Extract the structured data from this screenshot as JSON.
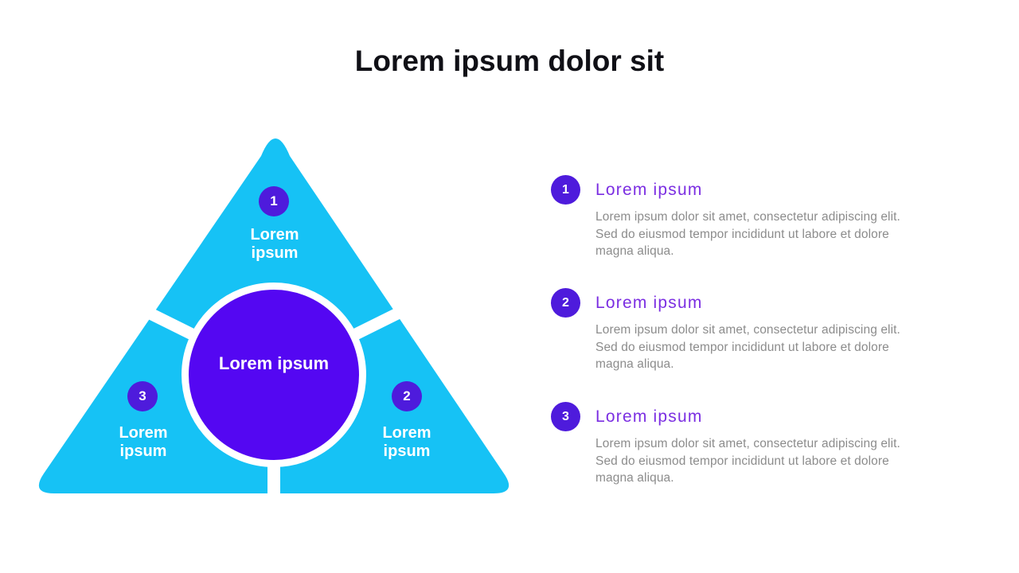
{
  "title": "Lorem ipsum dolor sit",
  "colors": {
    "triangle_cyan": "#16C2F5",
    "center_purple": "#5407F2",
    "badge_purple": "#4E1BDC",
    "heading_purple": "#7B2EE2",
    "body_gray": "#8C8C8C",
    "title_black": "#101016"
  },
  "diagram": {
    "center": {
      "label": "Lorem ipsum"
    },
    "segments": [
      {
        "number": "1",
        "label": "Lorem ipsum",
        "position": "top"
      },
      {
        "number": "2",
        "label": "Lorem ipsum",
        "position": "bottom-right"
      },
      {
        "number": "3",
        "label": "Lorem ipsum",
        "position": "bottom-left"
      }
    ]
  },
  "list": {
    "items": [
      {
        "number": "1",
        "heading": "Lorem ipsum",
        "body": "Lorem ipsum dolor sit amet, consectetur adipiscing elit. Sed do eiusmod tempor incididunt ut labore et dolore magna aliqua."
      },
      {
        "number": "2",
        "heading": "Lorem ipsum",
        "body": "Lorem ipsum dolor sit amet, consectetur adipiscing elit. Sed do eiusmod tempor incididunt ut labore et dolore magna aliqua."
      },
      {
        "number": "3",
        "heading": "Lorem ipsum",
        "body": "Lorem ipsum dolor sit amet, consectetur adipiscing elit. Sed do eiusmod tempor incididunt ut labore et dolore magna aliqua."
      }
    ]
  }
}
